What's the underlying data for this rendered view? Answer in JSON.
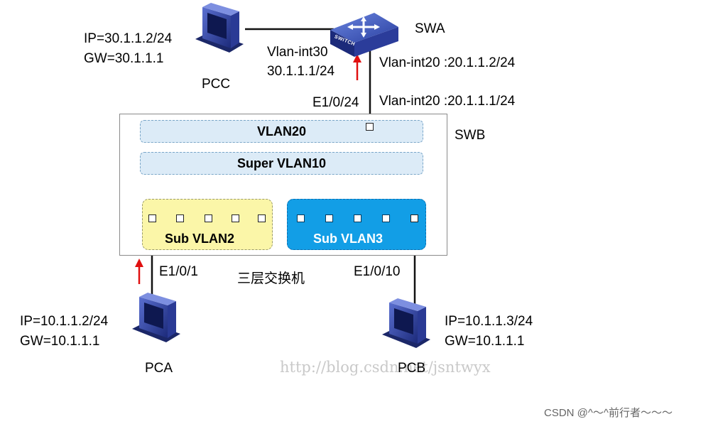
{
  "devices": {
    "pcc": {
      "name": "PCC",
      "ip": "IP=30.1.1.2/24",
      "gw": "GW=30.1.1.1",
      "icon": "pc-icon"
    },
    "swa": {
      "name": "SWA",
      "icon": "switch-icon",
      "badge": "SWITCH"
    },
    "swb": {
      "name": "SWB",
      "subtitle": "三层交换机"
    },
    "pca": {
      "name": "PCA",
      "ip": "IP=10.1.1.2/24",
      "gw": "GW=10.1.1.1",
      "icon": "pc-icon"
    },
    "pcb": {
      "name": "PCB",
      "ip": "IP=10.1.1.3/24",
      "gw": "GW=10.1.1.1",
      "icon": "pc-icon"
    }
  },
  "interfaces": {
    "swa_vlan30_name": "Vlan-int30",
    "swa_vlan30_ip": "30.1.1.1/24",
    "swa_vlan20": "Vlan-int20 :20.1.1.2/24",
    "swb_vlan20": "Vlan-int20 :20.1.1.1/24",
    "port_e1_0_24": "E1/0/24",
    "port_e1_0_1": "E1/0/1",
    "port_e1_0_10": "E1/0/10"
  },
  "vlans": {
    "vlan20": "VLAN20",
    "super_vlan10": "Super VLAN10",
    "sub_vlan2": "Sub VLAN2",
    "sub_vlan3": "Sub VLAN3"
  },
  "colors": {
    "vlan_band": "#dcebf7",
    "sub_vlan2": "#fbf6a8",
    "sub_vlan3": "#129ee6",
    "arrow": "#e01010",
    "device": "#2a3fa0"
  },
  "watermark": "http://blog.csdn.net/jsntwyx",
  "credit": "CSDN @^～^前行者～～～"
}
